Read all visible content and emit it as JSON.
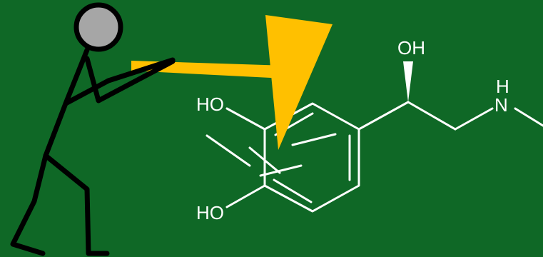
{
  "scene": {
    "background_color": "#0f6826",
    "bond_color": "#ffffff",
    "pointer_color": "#ffc000",
    "figure_color": "#000000",
    "head_color": "#a6a6a6"
  },
  "molecule": {
    "labels": {
      "ho_top": "HO",
      "ho_bottom": "HO",
      "oh": "OH",
      "h": "H",
      "n": "N"
    }
  },
  "icons": {
    "figure": "stick-figure-icon",
    "pointer": "pointer-arrow-icon"
  }
}
